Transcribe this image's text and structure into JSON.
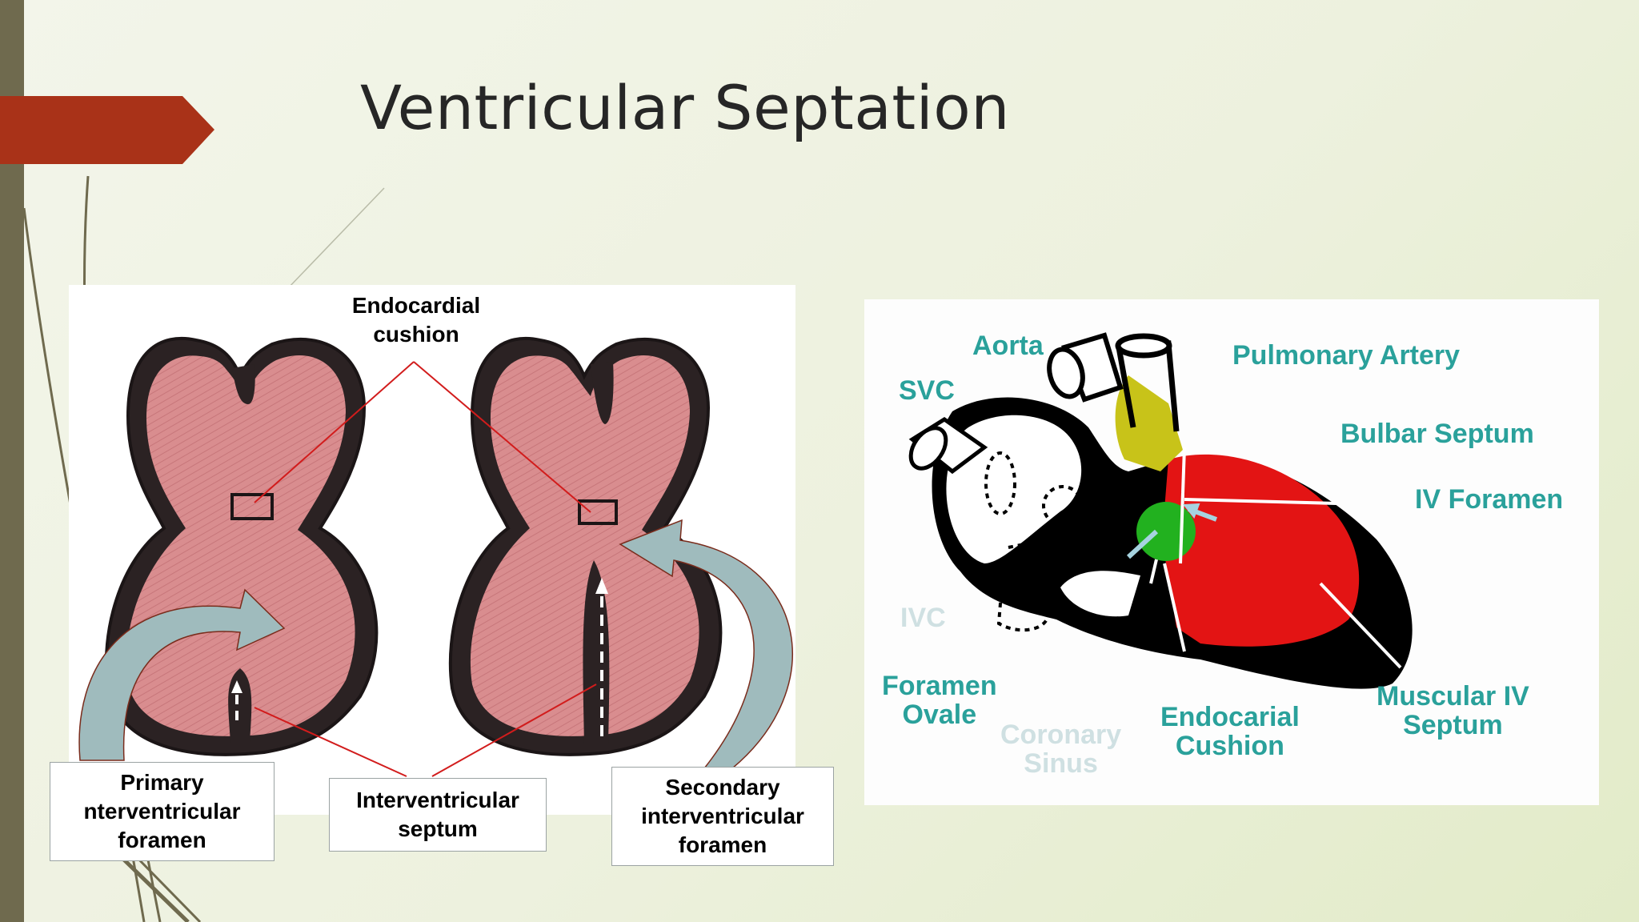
{
  "slide": {
    "title": "Ventricular Septation"
  },
  "left_diagram": {
    "top_label_line1": "Endocardial",
    "top_label_line2": "cushion",
    "box_primary_line1": "Primary",
    "box_primary_line2": "nterventricular",
    "box_primary_line3": "foramen",
    "box_septum_line1": "Interventricular",
    "box_septum_line2": "septum",
    "box_secondary_line1": "Secondary",
    "box_secondary_line2": "interventricular",
    "box_secondary_line3": "foramen"
  },
  "right_diagram": {
    "labels": {
      "aorta": "Aorta",
      "svc": "SVC",
      "pulmonary_artery": "Pulmonary Artery",
      "bulbar_septum": "Bulbar Septum",
      "iv_foramen": "IV Foramen",
      "ivc": "IVC",
      "foramen_ovale_1": "Foramen",
      "foramen_ovale_2": "Ovale",
      "coronary_sinus_1": "Coronary",
      "coronary_sinus_2": "Sinus",
      "endocardial_cushion_1": "Endocarial",
      "endocardial_cushion_2": "Cushion",
      "muscular_septum_1": "Muscular IV",
      "muscular_septum_2": "Septum"
    },
    "colors": {
      "label_teal": "#2aa19b",
      "ventricle_red": "#e31414",
      "cushion_green": "#22b11f",
      "bulbar_olive": "#c8c319"
    }
  },
  "theme": {
    "accent_red": "#a93218",
    "bar_olive": "#6f6a4e"
  }
}
